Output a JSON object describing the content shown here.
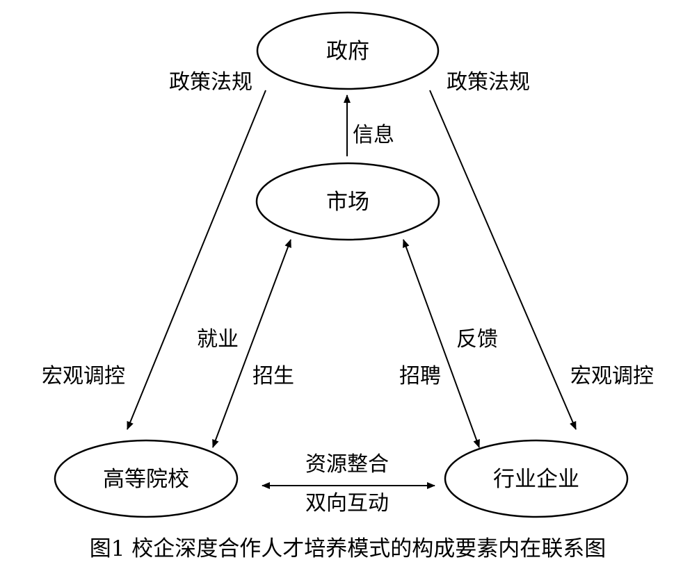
{
  "nodes": {
    "government": "政府",
    "market": "市场",
    "university": "高等院校",
    "enterprise": "行业企业"
  },
  "edges": {
    "gov_to_university_top": "政策法规",
    "gov_to_enterprise_top": "政策法规",
    "market_to_gov": "信息",
    "gov_to_university_bottom": "宏观调控",
    "gov_to_enterprise_bottom": "宏观调控",
    "university_market_employment": "就业",
    "university_market_enrollment": "招生",
    "enterprise_market_feedback": "反馈",
    "enterprise_market_hiring": "招聘",
    "university_enterprise_top": "资源整合",
    "university_enterprise_bottom": "双向互动"
  },
  "caption": "图1 校企深度合作人才培养模式的构成要素内在联系图"
}
